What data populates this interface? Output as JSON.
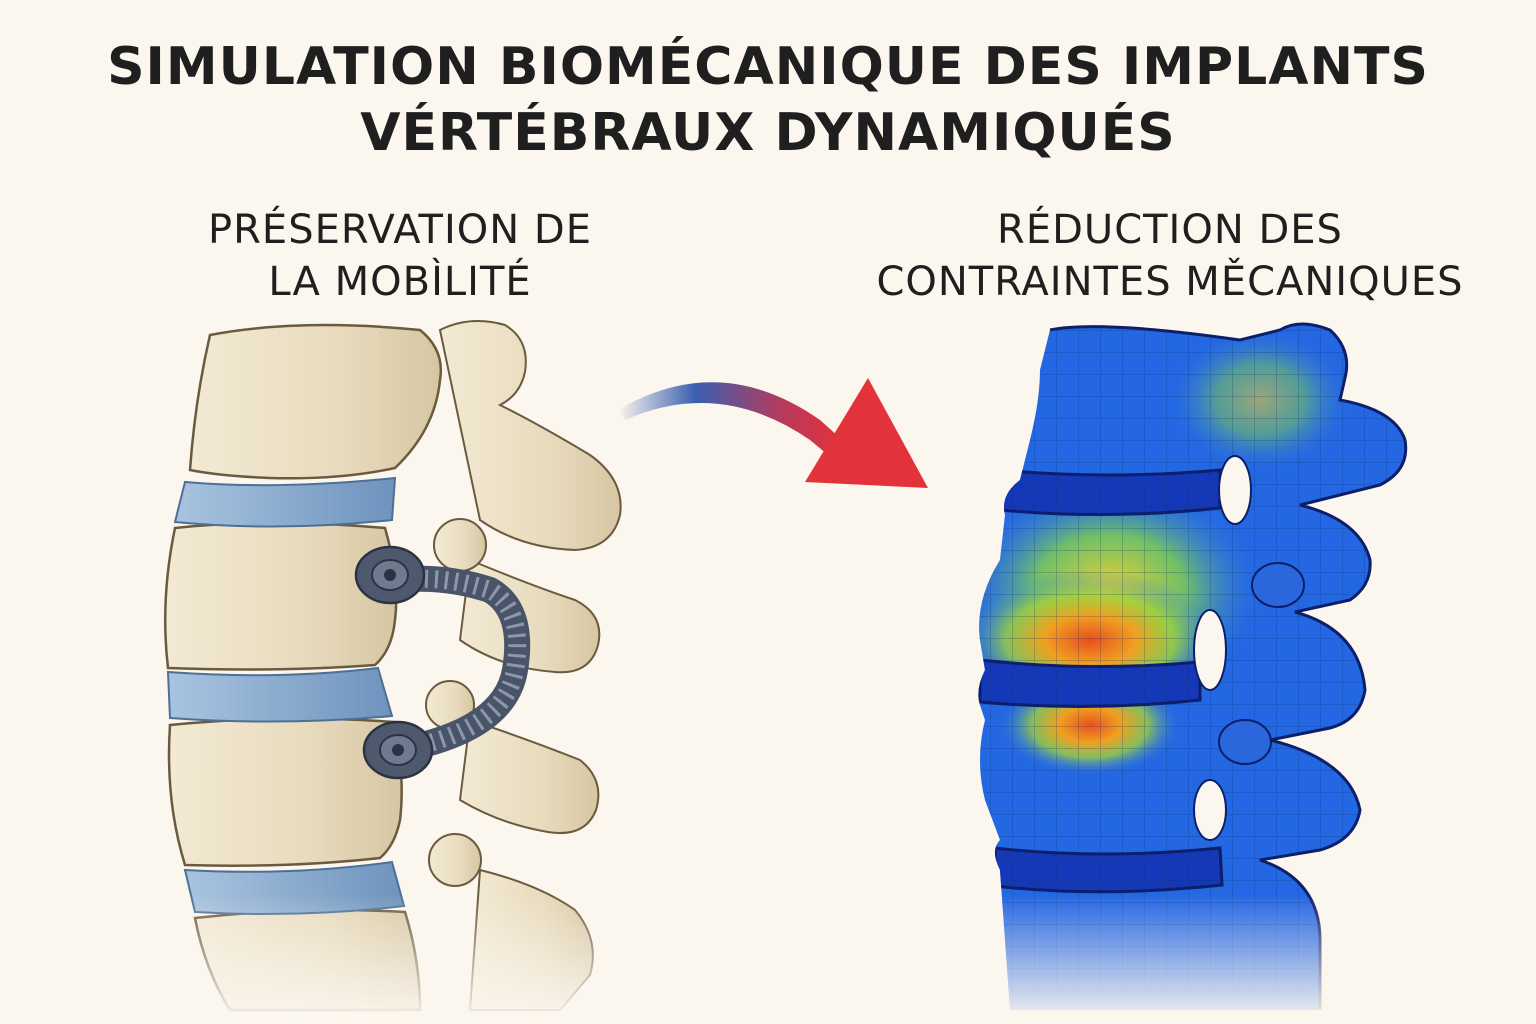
{
  "title": {
    "line1": "SIMULATION BIOMÉCANIQUE DES IMPLANTS",
    "line2": "VÉRTÉBRAUX DYNAMIQUÉS"
  },
  "left_panel": {
    "label_line1": "PRÉSERVATION DE",
    "label_line2": "LA MOBÌLITÉ"
  },
  "right_panel": {
    "label_line1": "RÉDUCTION DES",
    "label_line2": "CONTRAINTES MĚCANIQUES"
  },
  "colors": {
    "background": "#fbf6ee",
    "bone": "#ece0c4",
    "disc": "#8fb3d6",
    "implant": "#5a6477",
    "arrow_start": "#3a5fb0",
    "arrow_end": "#e2333a",
    "stress_low": "#1f55d6",
    "stress_mid": "#4ec46a",
    "stress_high": "#e8701f"
  }
}
